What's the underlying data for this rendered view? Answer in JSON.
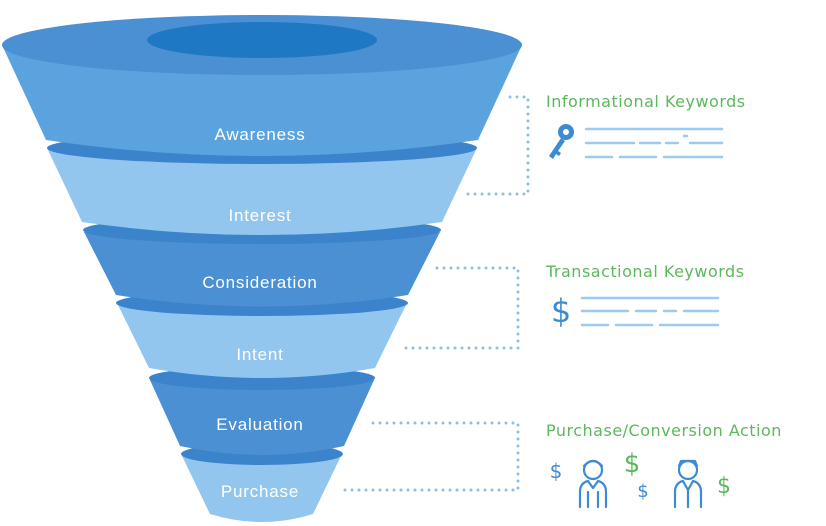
{
  "colors": {
    "dark_band": "#4a90d2",
    "mid_band": "#5ba3de",
    "light_band": "#93c6ee",
    "rim": "#3b84cc",
    "hole": "#1f78c4",
    "dotted_line": "#8cbfe8",
    "keyword_green": "#5cb85c",
    "icon_blue": "#3d8bd0"
  },
  "funnel": {
    "stages": [
      {
        "label": "Awareness"
      },
      {
        "label": "Interest"
      },
      {
        "label": "Consideration"
      },
      {
        "label": "Intent"
      },
      {
        "label": "Evaluation"
      },
      {
        "label": "Purchase"
      }
    ]
  },
  "groups": [
    {
      "title": "Informational Keywords",
      "icon": "key-icon"
    },
    {
      "title": "Transactional Keywords",
      "icon": "dollar-icon"
    },
    {
      "title": "Purchase/Conversion Action",
      "icon": "people-with-dollars-icon"
    }
  ],
  "purchase_icons": {
    "dollar_glyph": "$"
  }
}
